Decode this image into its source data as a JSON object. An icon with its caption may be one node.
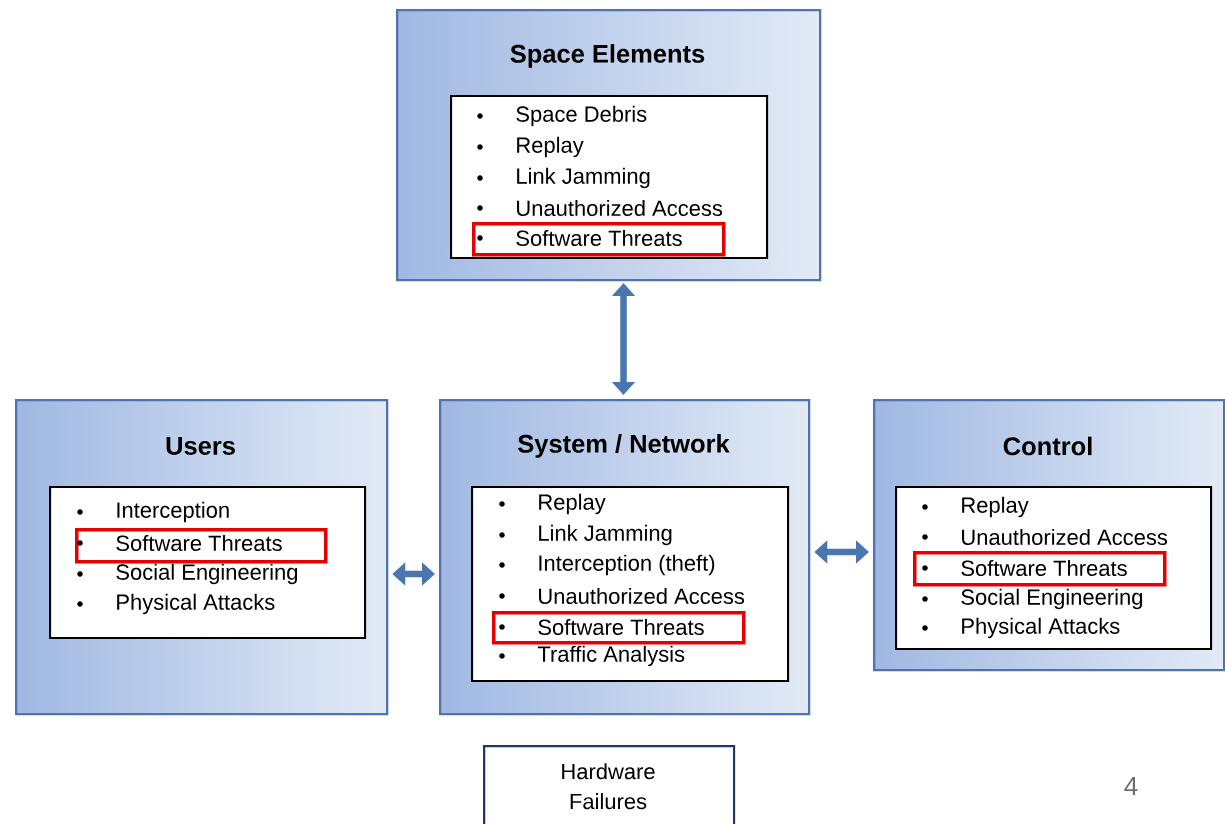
{
  "diagram": {
    "nodes": [
      {
        "text": [
          "Space Elements"
        ]
      },
      {
        "text": [
          "Space Debris",
          "Replay",
          "Link Jamming",
          "Unauthorized Access"
        ],
        "in": 0
      },
      {
        "text": [
          "Software Threats"
        ],
        "in": 1
      },
      {
        "text": [
          "Users"
        ]
      },
      {
        "text": [
          "Interception",
          "Social Engineering",
          "Physical Attacks"
        ],
        "in": 3
      },
      {
        "text": [
          "Software Threats"
        ],
        "in": 4
      },
      {
        "text": [
          "System / Network"
        ]
      },
      {
        "text": [
          "Replay",
          "Link Jamming",
          "Interception (theft)",
          "Unauthorized Access",
          "Traffic Analysis"
        ],
        "in": 6
      },
      {
        "text": [
          "Software Threats"
        ],
        "in": 7
      },
      {
        "text": [
          "Control"
        ]
      },
      {
        "text": [
          "Replay",
          "Unauthorized Access",
          "Social Engineering",
          "Physical Attacks"
        ],
        "in": 9
      },
      {
        "text": [
          "Software Threats"
        ],
        "in": 10
      },
      {
        "text": [
          "Hardware Failures"
        ]
      }
    ],
    "edges": [
      {
        "from": 0,
        "to": 6,
        "arrow": "both"
      },
      {
        "from": 3,
        "to": 6,
        "arrow": "both"
      },
      {
        "from": 6,
        "to": 9,
        "arrow": "both"
      }
    ],
    "labels": [
      "4"
    ]
  }
}
